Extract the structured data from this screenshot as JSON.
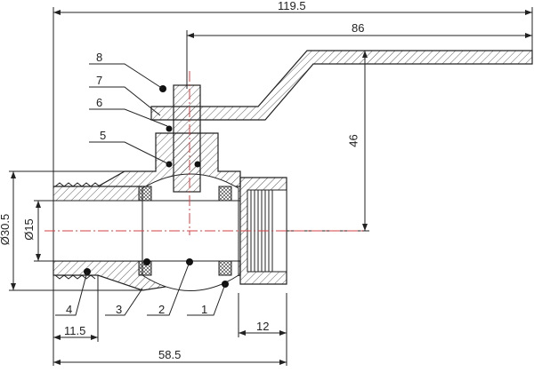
{
  "dimensions": {
    "overall_length": "119.5",
    "handle_length": "86",
    "handle_height": "46",
    "outer_diameter": "Ø30.5",
    "bore_diameter": "Ø15",
    "male_thread_length": "11.5",
    "body_length": "58.5",
    "female_thread_length": "12"
  },
  "callouts": [
    "1",
    "2",
    "3",
    "4",
    "5",
    "6",
    "7",
    "8"
  ],
  "colors": {
    "line": "#222222",
    "centerline": "#d04040"
  }
}
